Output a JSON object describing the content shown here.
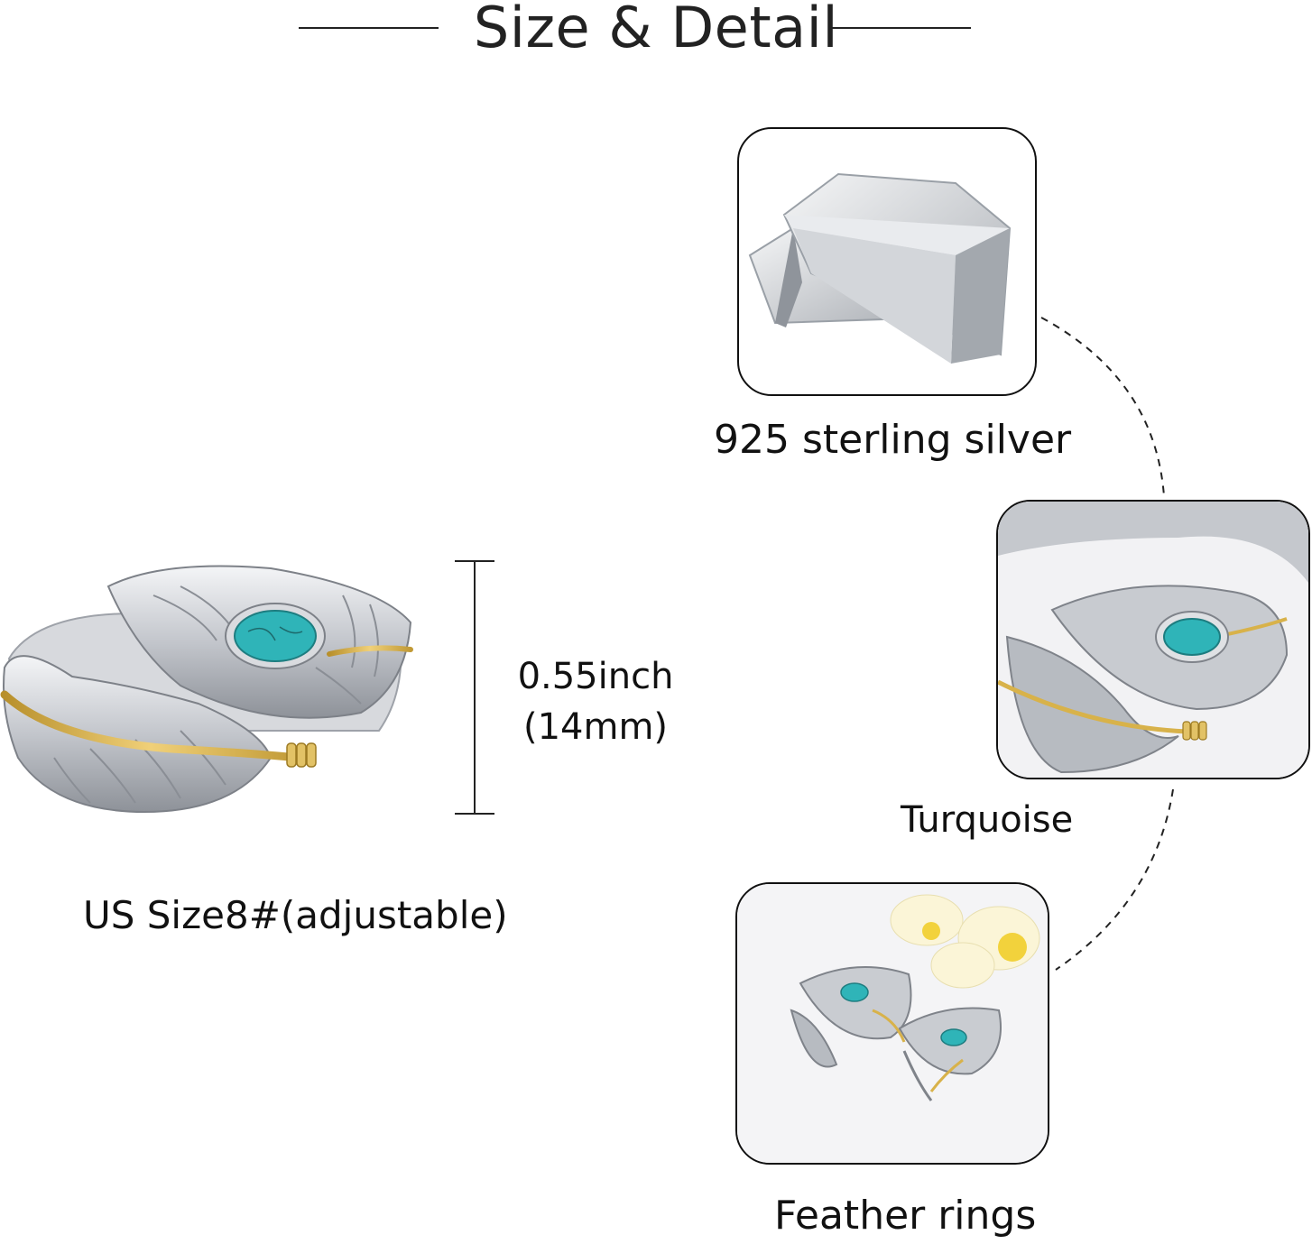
{
  "header": {
    "title": "Size & Detail"
  },
  "ring": {
    "height_label_line1": "0.55inch",
    "height_label_line2": "(14mm)",
    "size_label": "US Size8#(adjustable)"
  },
  "details": [
    {
      "label": "925 sterling silver"
    },
    {
      "label": "Turquoise"
    },
    {
      "label": "Feather rings"
    }
  ],
  "colors": {
    "silver": "#c9ccd1",
    "gold": "#d8b24a",
    "turquoise": "#2fb4b8",
    "line": "#222222"
  }
}
